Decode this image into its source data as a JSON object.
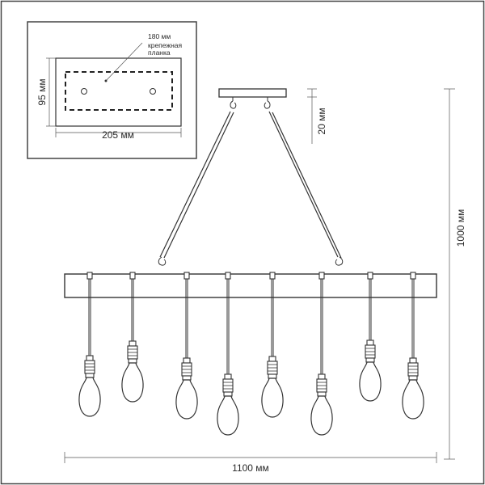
{
  "drawing": {
    "inset": {
      "plate_length_label": "180 мм",
      "plate_caption_line1": "крепежная",
      "plate_caption_line2": "планка",
      "height_label": "95 мм",
      "width_label": "205 мм"
    },
    "labels": {
      "canopy_height": "20 мм",
      "total_height": "1000 мм",
      "total_width": "1100 мм"
    },
    "pendant_count": 8,
    "colors": {
      "line": "#333333",
      "frame": "#444444",
      "background": "#ffffff"
    }
  }
}
